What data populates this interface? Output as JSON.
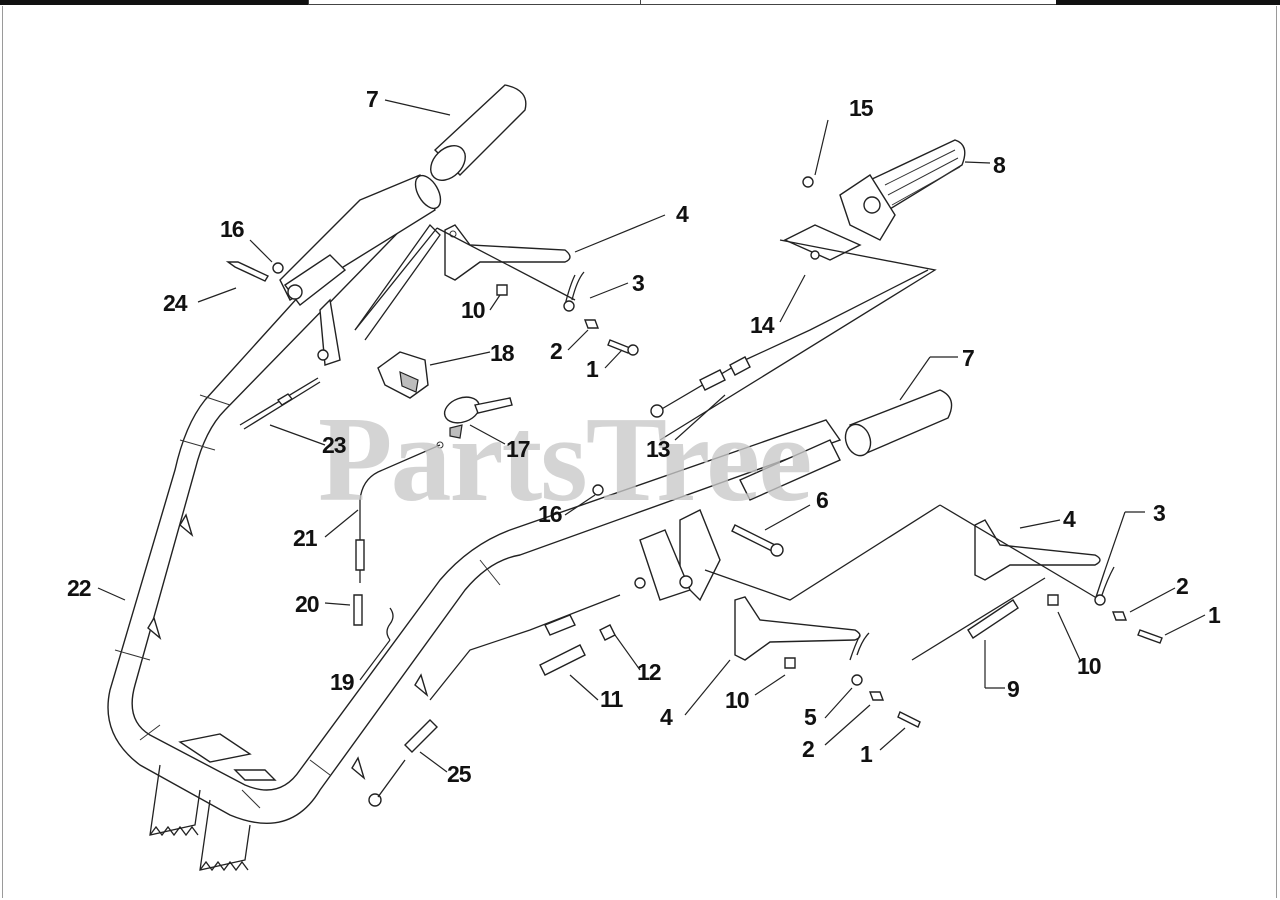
{
  "diagram": {
    "watermark": "PartsTree",
    "callouts": [
      {
        "id": "c7a",
        "text": "7"
      },
      {
        "id": "c16a",
        "text": "16"
      },
      {
        "id": "c24",
        "text": "24"
      },
      {
        "id": "c4a",
        "text": "4"
      },
      {
        "id": "c3a",
        "text": "3"
      },
      {
        "id": "c10a",
        "text": "10"
      },
      {
        "id": "c2a",
        "text": "2"
      },
      {
        "id": "c1a",
        "text": "1"
      },
      {
        "id": "c18",
        "text": "18"
      },
      {
        "id": "c17",
        "text": "17"
      },
      {
        "id": "c23",
        "text": "23"
      },
      {
        "id": "c21",
        "text": "21"
      },
      {
        "id": "c20",
        "text": "20"
      },
      {
        "id": "c19",
        "text": "19"
      },
      {
        "id": "c22",
        "text": "22"
      },
      {
        "id": "c15",
        "text": "15"
      },
      {
        "id": "c8",
        "text": "8"
      },
      {
        "id": "c14",
        "text": "14"
      },
      {
        "id": "c13",
        "text": "13"
      },
      {
        "id": "c7b",
        "text": "7"
      },
      {
        "id": "c16b",
        "text": "16"
      },
      {
        "id": "c6",
        "text": "6"
      },
      {
        "id": "c4b",
        "text": "4"
      },
      {
        "id": "c3b",
        "text": "3"
      },
      {
        "id": "c2b",
        "text": "2"
      },
      {
        "id": "c1b",
        "text": "1"
      },
      {
        "id": "c10b",
        "text": "10"
      },
      {
        "id": "c9",
        "text": "9"
      },
      {
        "id": "c12",
        "text": "12"
      },
      {
        "id": "c11",
        "text": "11"
      },
      {
        "id": "c4c",
        "text": "4"
      },
      {
        "id": "c10c",
        "text": "10"
      },
      {
        "id": "c5",
        "text": "5"
      },
      {
        "id": "c2c",
        "text": "2"
      },
      {
        "id": "c1c",
        "text": "1"
      },
      {
        "id": "c25",
        "text": "25"
      }
    ]
  },
  "colors": {
    "line": "#222222",
    "watermark": "#c9c9c9",
    "topbar_dark": "#111111",
    "background": "#ffffff"
  }
}
